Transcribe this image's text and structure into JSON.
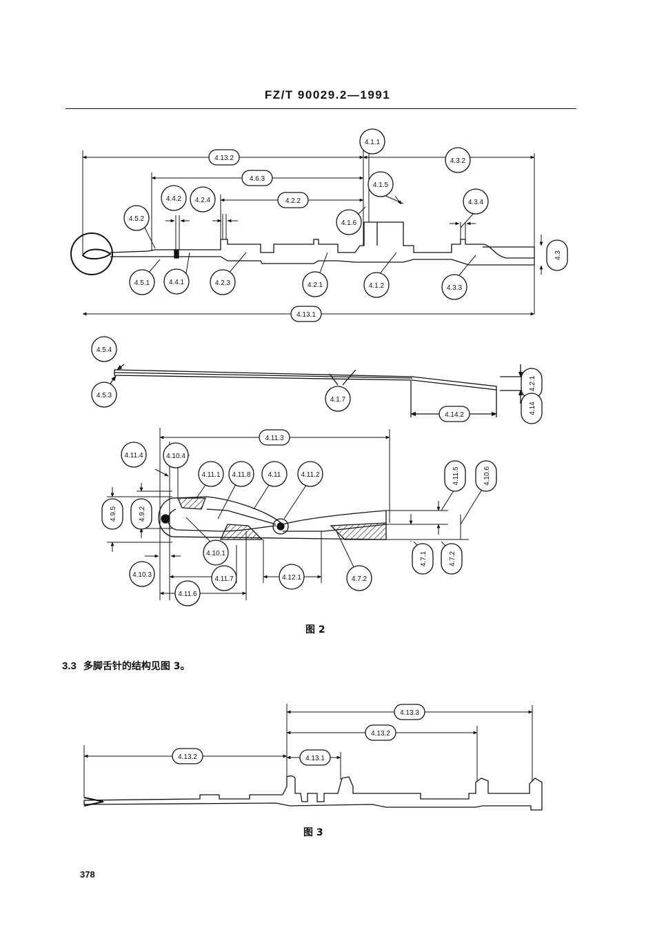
{
  "header": {
    "standard_code": "FZ/T 90029.2—1991"
  },
  "figure2": {
    "caption": "图 2",
    "top_view": {
      "labels": [
        "4.13.2",
        "4.1.1",
        "4.3.2",
        "4.6.3",
        "4.1.5",
        "4.4.2",
        "4.2.4",
        "4.2.2",
        "4.5.2",
        "4.1.6",
        "4.3.4",
        "4.3",
        "4.5.1",
        "4.4.1",
        "4.2.3",
        "4.2.1",
        "4.1.2",
        "4.3.3",
        "4.13.1"
      ]
    },
    "side_view": {
      "labels": [
        "4.5.4",
        "4.5.3",
        "4.1.7",
        "4.2.1",
        "4.14",
        "4.14.2"
      ]
    },
    "hook_detail": {
      "labels": [
        "4.11.3",
        "4.11.4",
        "4.10.4",
        "4.11.1",
        "4.11.8",
        "4.11",
        "4.11.2",
        "4.11.5",
        "4.10.6",
        "4.9.5",
        "4.9.2",
        "4.10.1",
        "4.7.1",
        "4.7.2",
        "4.10.3",
        "4.11.7",
        "4.12.1",
        "4.7.2",
        "4.11.6"
      ]
    }
  },
  "section": {
    "number": "3.3",
    "text": "多脚舌针的结构见图 3。"
  },
  "figure3": {
    "caption": "图 3",
    "labels": [
      "4.13.3",
      "4.13.2",
      "4.13.2",
      "4.13.1"
    ]
  },
  "page_number": "378"
}
